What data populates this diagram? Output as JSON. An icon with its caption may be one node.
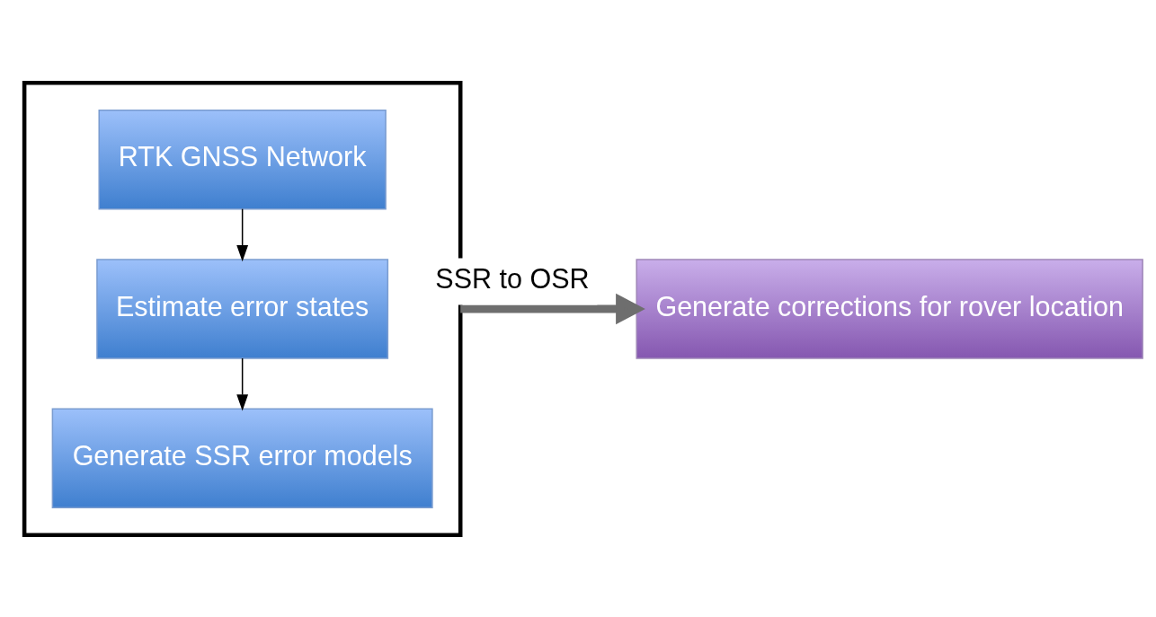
{
  "diagram": {
    "nodes": [
      {
        "text": [],
        "shape": "box"
      },
      {
        "text": [
          "RTK GNSS Network"
        ],
        "in": 0
      },
      {
        "text": [
          "Estimate error states"
        ],
        "in": 0
      },
      {
        "text": [
          "Generate SSR error models"
        ],
        "in": 0
      },
      {
        "text": [
          "Generate corrections for rover location"
        ]
      }
    ],
    "edges": [
      {
        "from": 1,
        "to": 2,
        "arrow": "to"
      },
      {
        "from": 2,
        "to": 3,
        "arrow": "to"
      },
      {
        "from": 0,
        "to": 4,
        "arrow": "to",
        "label": "SSR to OSR",
        "style": "thick",
        "color": "#6e6e6e"
      }
    ]
  }
}
